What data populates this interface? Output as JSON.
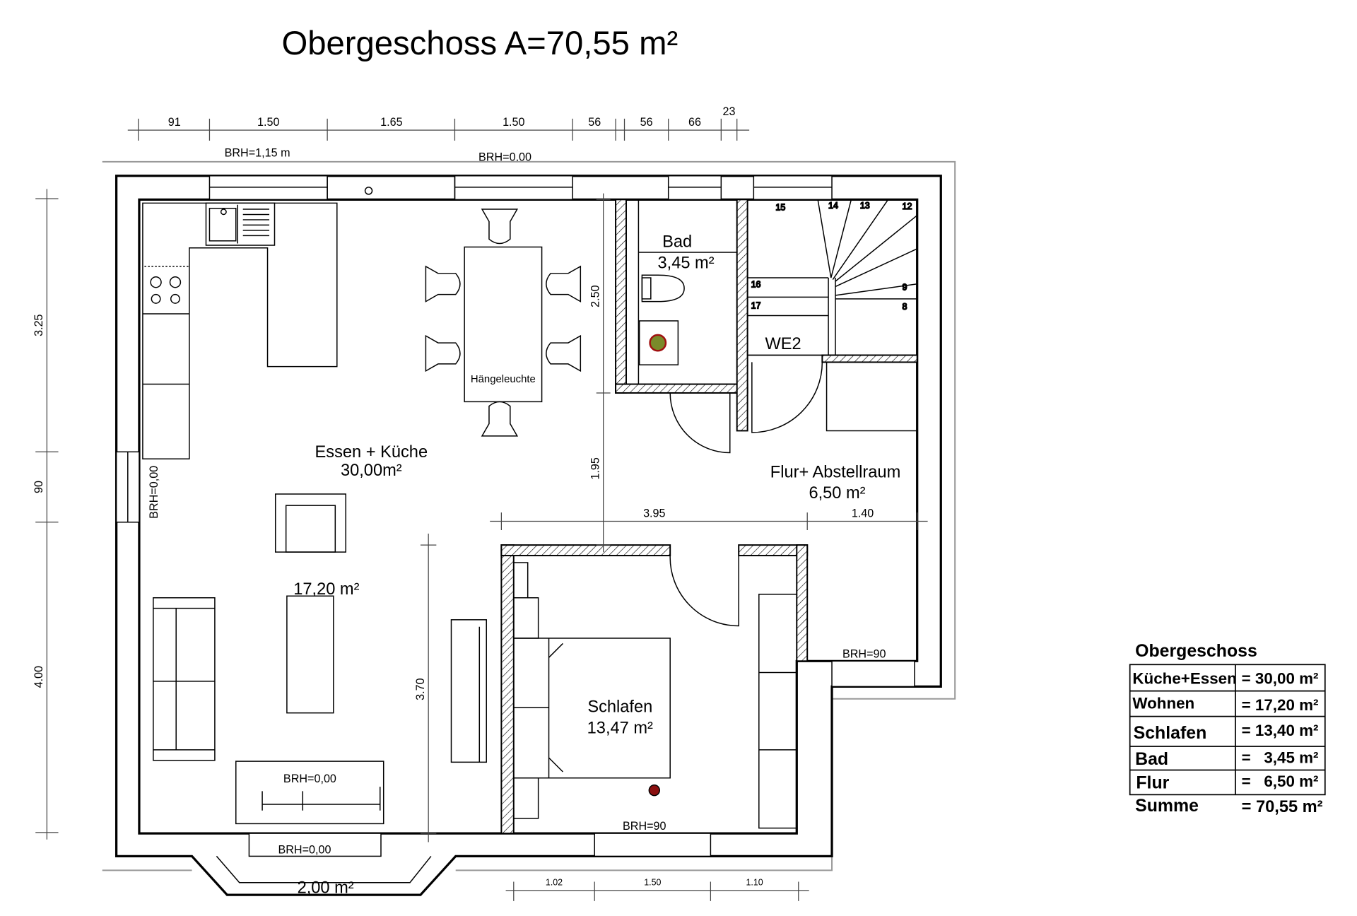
{
  "title": "Obergeschoss A=70,55 m²",
  "dimensions": {
    "top": [
      "91",
      "1.50",
      "1.65",
      "1.50",
      "56",
      "56",
      "66",
      "23"
    ],
    "left": [
      "3.25",
      "90",
      "4.00"
    ],
    "bottom": [
      "1.02",
      "1.50",
      "1.10"
    ],
    "inner": {
      "v_bad": "2.50",
      "v_flur": "1.95",
      "h_left": "3.95",
      "h_right": "1.40",
      "v_wohnen": "3.70"
    }
  },
  "brh": {
    "top_left": "BRH=1,15 m",
    "top_mid": "BRH=0,00",
    "left": "BRH=0,00",
    "wohnen": "BRH=0,00",
    "bottom_left": "BRH=0,00",
    "schlafen": "BRH=90",
    "flur": "BRH=90"
  },
  "rooms": {
    "bad": {
      "name": "Bad",
      "area": "3,45 m²"
    },
    "essen": {
      "name": "Essen + Küche",
      "area": "30,00m²"
    },
    "wohnen": {
      "area": "17,20 m²"
    },
    "flur": {
      "name": "Flur+ Abstellraum",
      "area": "6,50 m²"
    },
    "schlafen": {
      "name": "Schlafen",
      "area": "13,47 m²"
    },
    "erker": {
      "area": "2,00 m²"
    },
    "we2": "WE2",
    "lamp": "Hängeleuchte"
  },
  "stairs": [
    "15",
    "14",
    "13",
    "12",
    "9",
    "8",
    "16",
    "17"
  ],
  "summary": {
    "heading": "Obergeschoss",
    "rows": [
      {
        "room": "Küche+Essen",
        "area": "= 30,00 m²"
      },
      {
        "room": "Wohnen",
        "area": "= 17,20 m²"
      },
      {
        "room": "Schlafen",
        "area": "= 13,40 m²"
      },
      {
        "room": "Bad",
        "area": "=   3,45 m²"
      },
      {
        "room": "Flur",
        "area": "=   6,50 m²"
      }
    ],
    "total_label": "Summe",
    "total": "= 70,55 m²"
  }
}
